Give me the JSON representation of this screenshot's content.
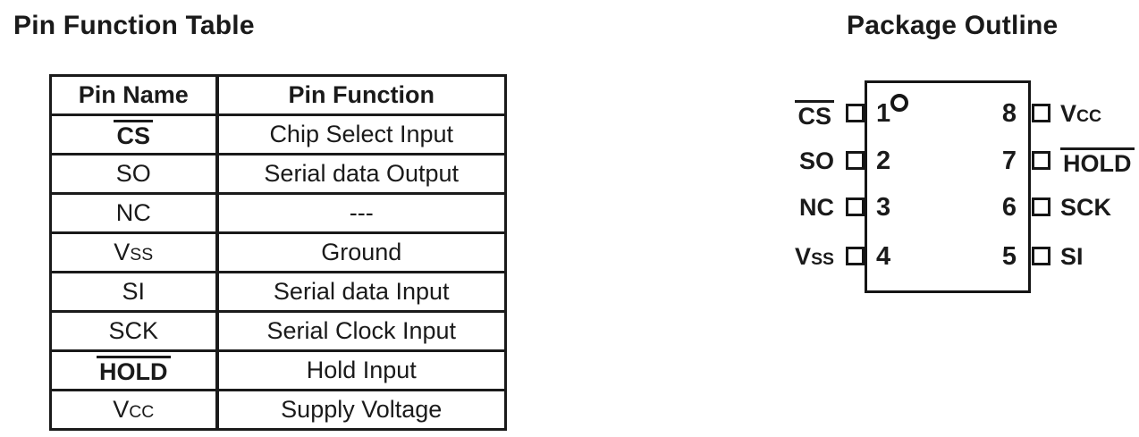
{
  "left": {
    "title": "Pin Function Table",
    "table": {
      "headers": [
        "Pin Name",
        "Pin Function"
      ],
      "rows": [
        {
          "name": "CS",
          "overline": true,
          "function": "Chip Select Input"
        },
        {
          "name": "SO",
          "overline": false,
          "function": "Serial data Output"
        },
        {
          "name": "NC",
          "overline": false,
          "function": "---"
        },
        {
          "name_base": "V",
          "name_small": "SS",
          "overline": false,
          "function": "Ground"
        },
        {
          "name": "SI",
          "overline": false,
          "function": "Serial data Input"
        },
        {
          "name": "SCK",
          "overline": false,
          "function": "Serial Clock Input"
        },
        {
          "name": "HOLD",
          "overline": true,
          "function": "Hold Input"
        },
        {
          "name_base": "V",
          "name_small": "CC",
          "overline": false,
          "function": "Supply Voltage"
        }
      ]
    }
  },
  "right": {
    "title": "Package Outline",
    "package": {
      "pin1_marker": "circle",
      "left_pins": [
        {
          "number": "1",
          "label": "CS",
          "overline": true
        },
        {
          "number": "2",
          "label": "SO",
          "overline": false
        },
        {
          "number": "3",
          "label": "NC",
          "overline": false
        },
        {
          "number": "4",
          "label_base": "V",
          "label_small": "SS",
          "overline": false
        }
      ],
      "right_pins": [
        {
          "number": "8",
          "label_base": "V",
          "label_small": "CC",
          "overline": false
        },
        {
          "number": "7",
          "label": "HOLD",
          "overline": true
        },
        {
          "number": "6",
          "label": "SCK",
          "overline": false
        },
        {
          "number": "5",
          "label": "SI",
          "overline": false
        }
      ]
    }
  }
}
